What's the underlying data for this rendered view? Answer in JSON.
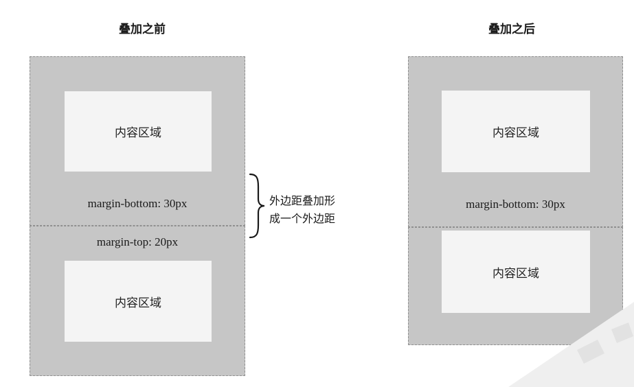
{
  "before": {
    "title": "叠加之前",
    "top_box": {
      "content_label": "内容区域",
      "margin_label": "margin-bottom: 30px"
    },
    "bottom_box": {
      "margin_label": "margin-top: 20px",
      "content_label": "内容区域"
    },
    "annotation": {
      "line1": "外边距叠加形",
      "line2": "成一个外边距"
    }
  },
  "after": {
    "title": "叠加之后",
    "top_box": {
      "content_label": "内容区域",
      "margin_label": "margin-bottom: 30px"
    },
    "bottom_box": {
      "content_label": "内容区域"
    }
  },
  "colors": {
    "margin_fill": "#c6c6c6",
    "content_fill": "#f4f4f4",
    "border": "#8f8f8f"
  }
}
